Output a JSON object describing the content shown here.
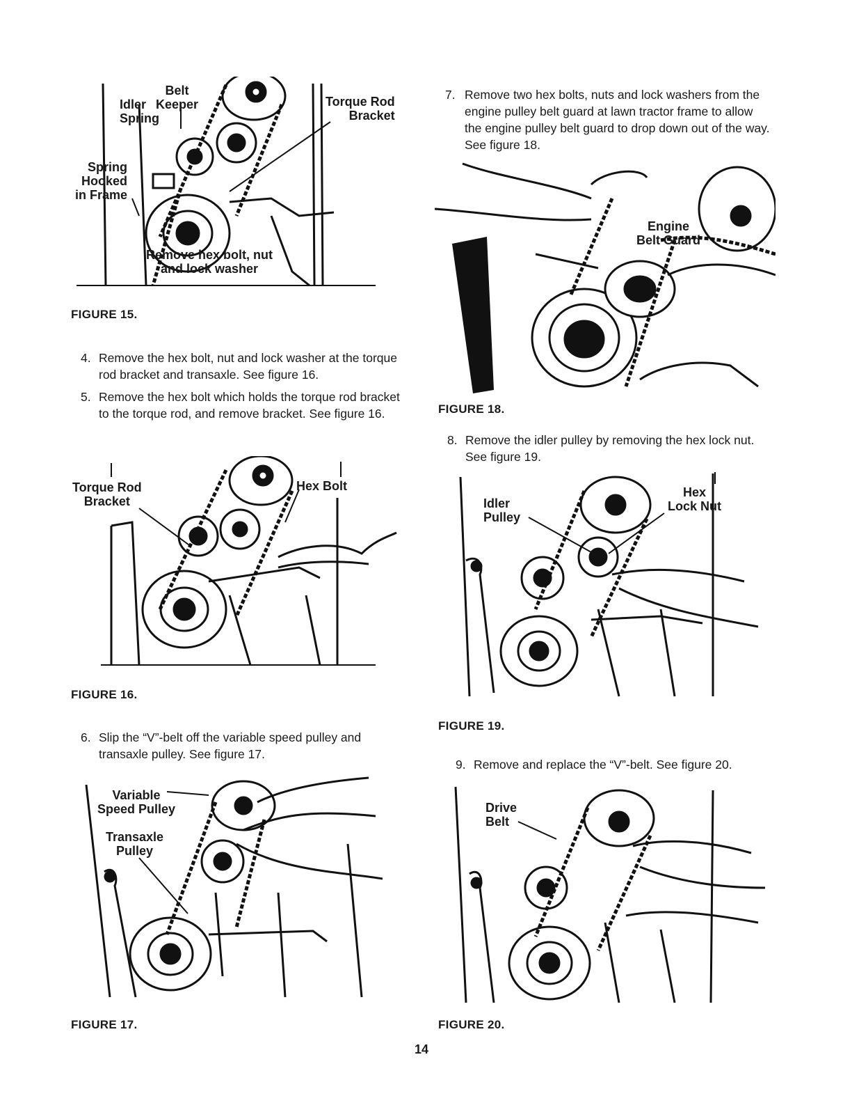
{
  "page_number": "14",
  "figures": {
    "fig15": {
      "caption": "FIGURE 15.",
      "labels": {
        "belt_keeper": "Belt\nKeeper",
        "idler_spring": "Idler\nSpring",
        "torque_rod_bracket": "Torque Rod\nBracket",
        "spring_hooked": "Spring\nHooked\nin Frame",
        "remove_hex": "Remove hex bolt, nut\nand lock washer"
      }
    },
    "fig16": {
      "caption": "FIGURE 16.",
      "labels": {
        "torque_rod_bracket": "Torque Rod\nBracket",
        "hex_bolt": "Hex Bolt"
      }
    },
    "fig17": {
      "caption": "FIGURE 17.",
      "labels": {
        "variable_speed": "Variable\nSpeed Pulley",
        "transaxle": "Transaxle\nPulley"
      }
    },
    "fig18": {
      "caption": "FIGURE 18.",
      "labels": {
        "engine_belt_guard": "Engine\nBelt Guard"
      }
    },
    "fig19": {
      "caption": "FIGURE 19.",
      "labels": {
        "idler_pulley": "Idler\nPulley",
        "hex_lock_nut": "Hex\nLock Nut"
      }
    },
    "fig20": {
      "caption": "FIGURE 20.",
      "labels": {
        "drive_belt": "Drive\nBelt"
      }
    }
  },
  "steps": [
    {
      "num": "4.",
      "text": "Remove the hex bolt, nut and lock washer at the torque rod bracket and transaxle. See figure 16."
    },
    {
      "num": "5.",
      "text": "Remove the hex bolt which holds the torque rod bracket to the torque rod, and remove bracket. See figure 16."
    },
    {
      "num": "6.",
      "text": "Slip the “V”-belt off the variable speed pulley and transaxle pulley. See figure 17."
    },
    {
      "num": "7.",
      "text": "Remove two hex bolts, nuts and lock washers from the engine pulley belt guard at lawn tractor frame to allow the engine pulley belt guard to drop down out of the way. See figure 18."
    },
    {
      "num": "8.",
      "text": "Remove the idler pulley by removing the hex lock nut. See figure 19."
    },
    {
      "num": "9.",
      "text": "Remove and replace the “V”-belt. See figure 20."
    }
  ]
}
